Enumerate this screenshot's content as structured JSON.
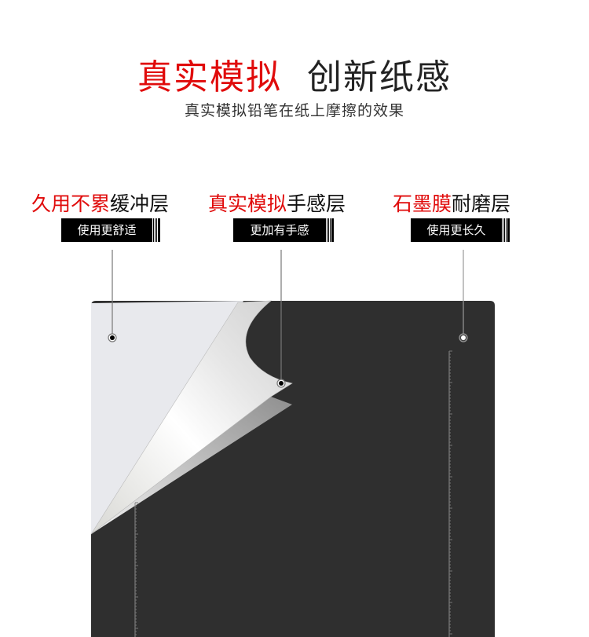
{
  "header": {
    "title_red": "真实模拟",
    "title_black": "创新纸感",
    "subtitle": "真实模拟铅笔在纸上摩擦的效果"
  },
  "layers": [
    {
      "title_red": "久用不累",
      "title_black": "缓冲层",
      "tag": "使用更舒适"
    },
    {
      "title_red": "真实模拟",
      "title_black": "手感层",
      "tag": "更加有手感"
    },
    {
      "title_red": "石墨膜",
      "title_black": "耐磨层",
      "tag": "使用更长久"
    }
  ],
  "colors": {
    "accent": "#e00b0b",
    "board": "#2f2f2f",
    "film": "#e8e9ed"
  }
}
